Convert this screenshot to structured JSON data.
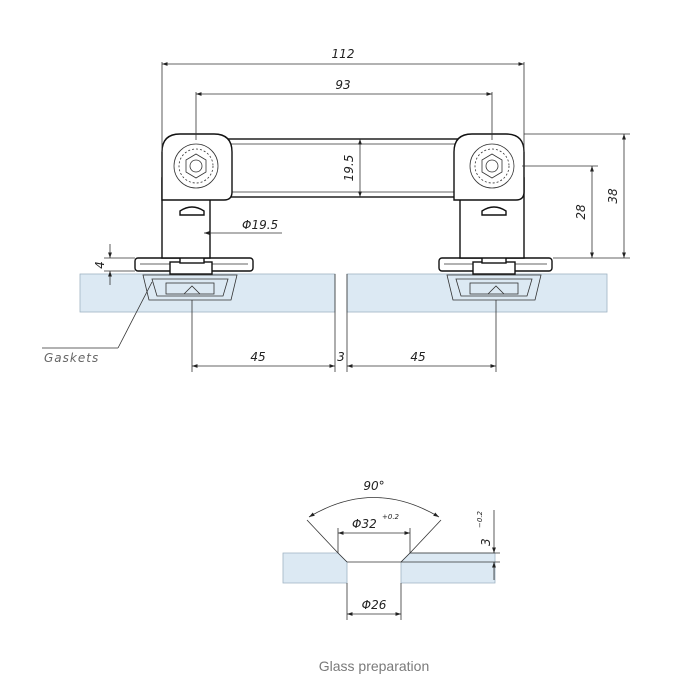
{
  "diagram": {
    "dimensions": {
      "overall_width": "112",
      "center_distance": "93",
      "tube_diameter": "19.5",
      "stud_diameter": "Φ19.5",
      "center_height": "28",
      "total_height": "38",
      "plate_thickness": "4",
      "left_offset": "45",
      "glass_gap": "3",
      "right_offset": "45",
      "countersink_angle": "90°",
      "countersink_diameter": "Φ32",
      "countersink_tolerance": "+0.2",
      "hole_diameter": "Φ26",
      "countersink_depth": "3",
      "countersink_depth_tolerance": "−0.2"
    },
    "labels": {
      "gaskets": "Gaskets"
    },
    "caption": "Glass preparation"
  }
}
